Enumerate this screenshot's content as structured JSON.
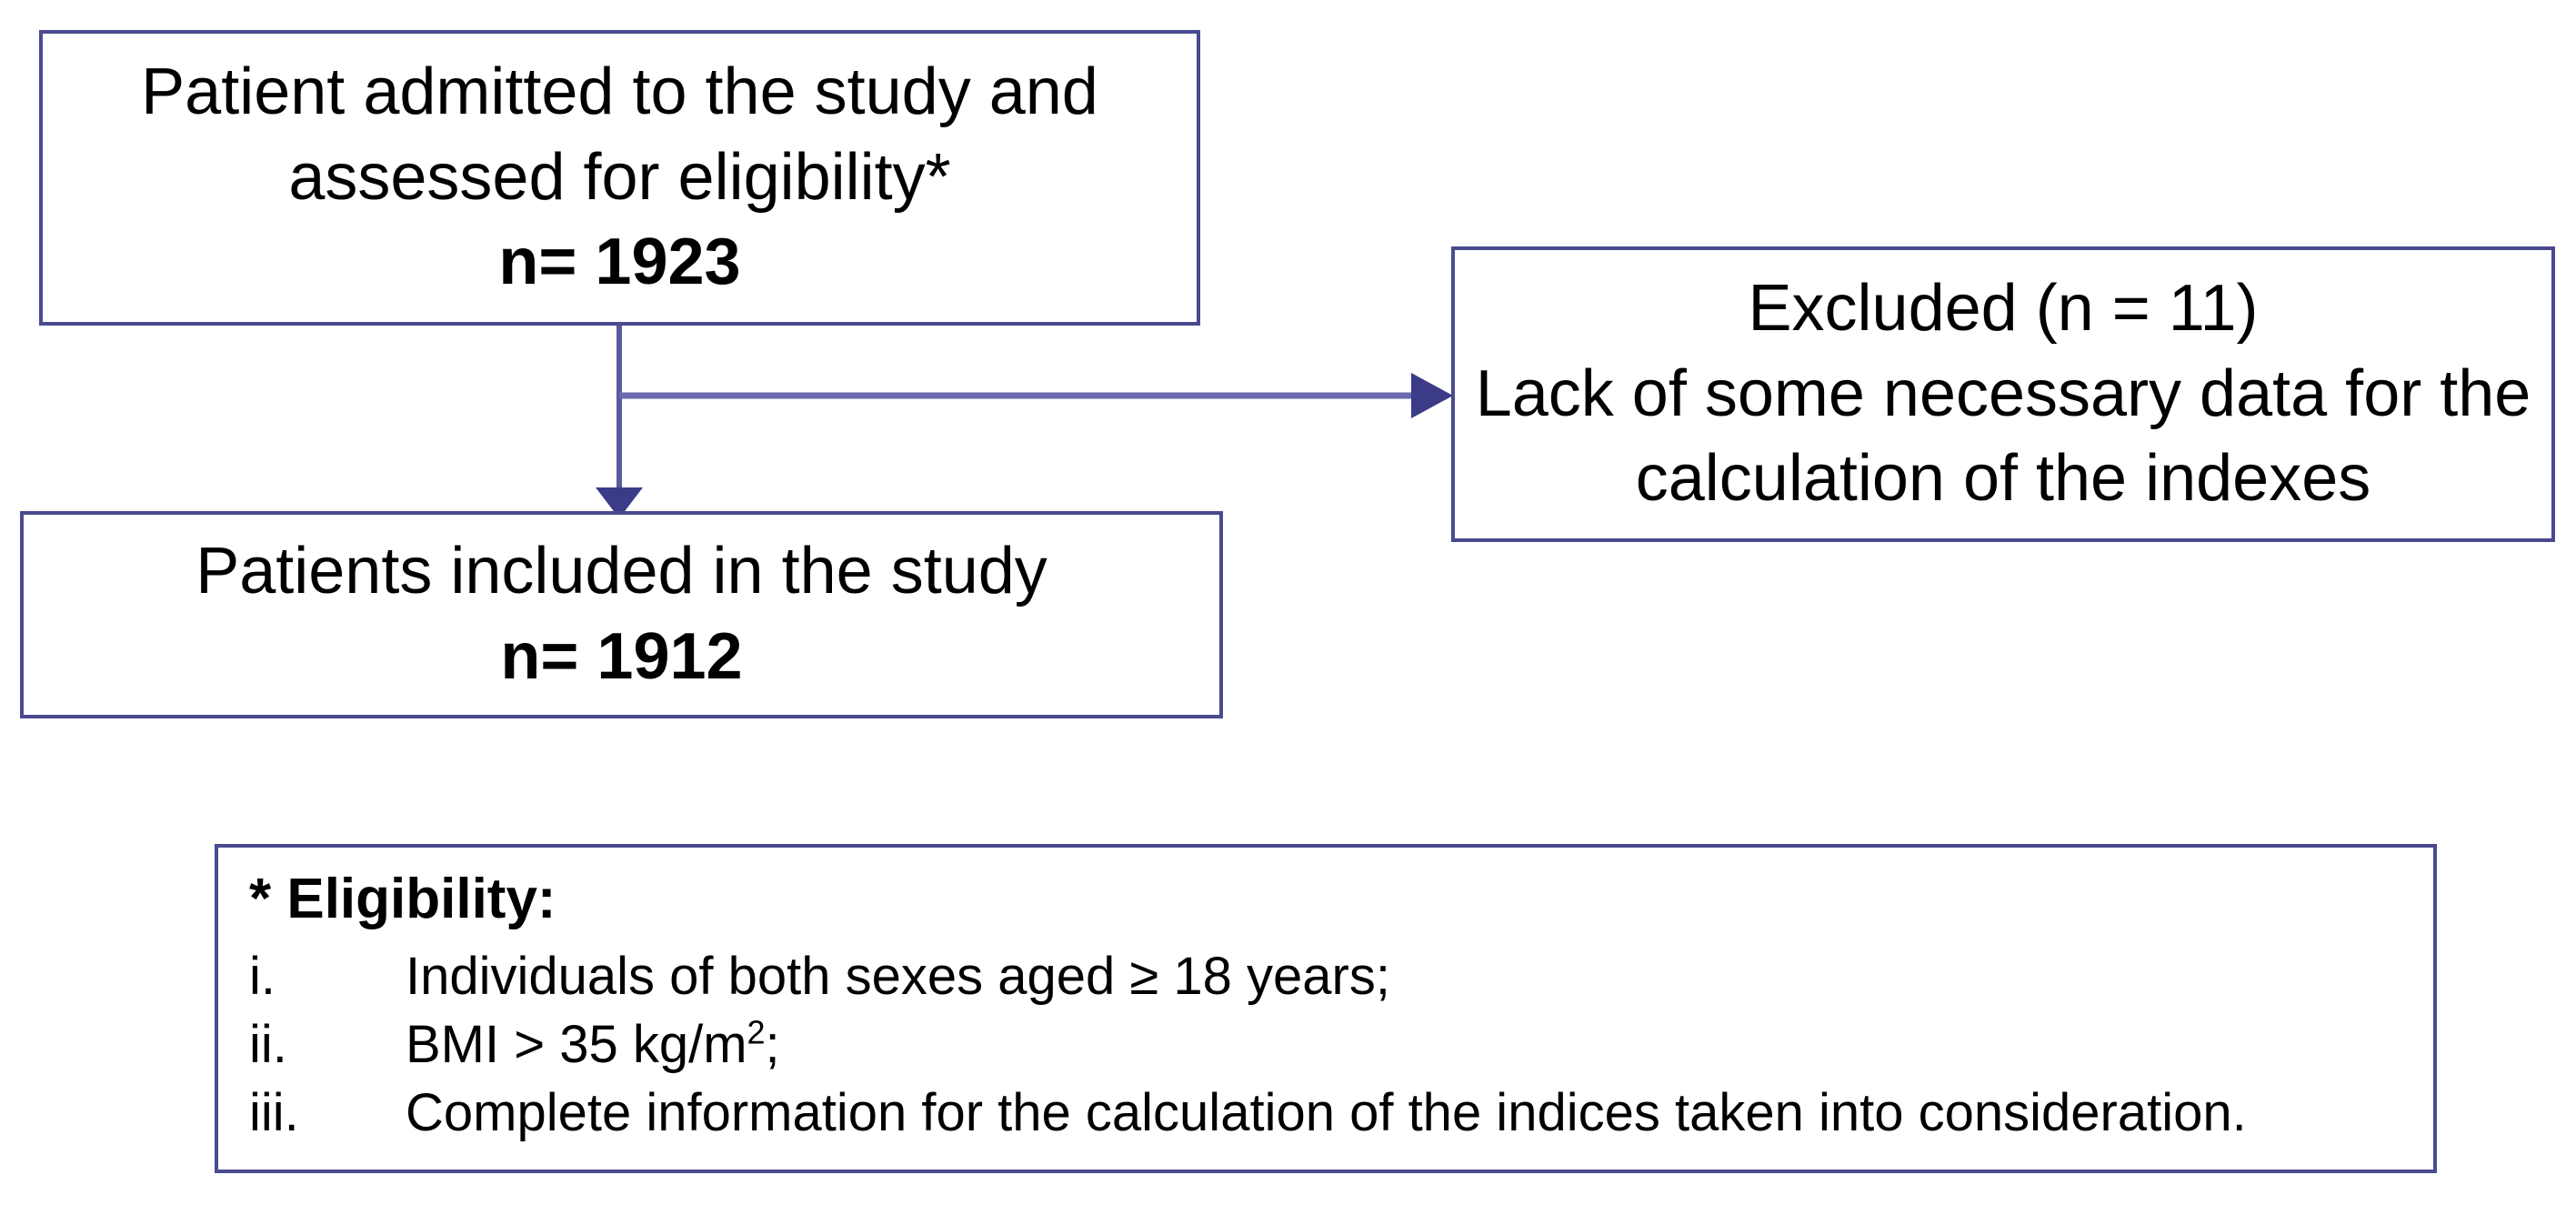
{
  "diagram": {
    "title": "Study enrollment flow chart",
    "accent_color": "#4a4a8f",
    "text_color": "#000000",
    "background_color": "#ffffff"
  },
  "boxes": {
    "admitted": {
      "line1": "Patient admitted to the study and",
      "line2": "assessed for eligibility*",
      "count": "n=  1923"
    },
    "included": {
      "line1": "Patients included in the study",
      "count": "n= 1912"
    },
    "excluded": {
      "line1": "Excluded (n = 11)",
      "line2": "Lack of some necessary data for the",
      "line3": "calculation of the indexes"
    }
  },
  "eligibility": {
    "title": "* Eligibility:",
    "items": [
      {
        "marker": "i.",
        "text": "Individuals of both sexes aged ≥ 18 years;"
      },
      {
        "marker": "ii.",
        "text_before": "BMI > 35 kg/m",
        "superscript": "2",
        "text_after": ";"
      },
      {
        "marker": "iii.",
        "text": "Complete information for the calculation of the indices taken into consideration."
      }
    ]
  },
  "connectors": {
    "down_arrow_label": "admitted-to-included",
    "right_arrow_label": "admitted-to-excluded"
  },
  "chart_data": {
    "type": "diagram",
    "title": "Patient flow (CONSORT-style)",
    "nodes": [
      {
        "id": "admitted",
        "label": "Patient admitted to the study and assessed for eligibility*",
        "n": 1923
      },
      {
        "id": "excluded",
        "label": "Excluded - Lack of some necessary data for the calculation of the indexes",
        "n": 11
      },
      {
        "id": "included",
        "label": "Patients included in the study",
        "n": 1912
      }
    ],
    "edges": [
      {
        "from": "admitted",
        "to": "excluded",
        "direction": "right"
      },
      {
        "from": "admitted",
        "to": "included",
        "direction": "down"
      }
    ]
  }
}
